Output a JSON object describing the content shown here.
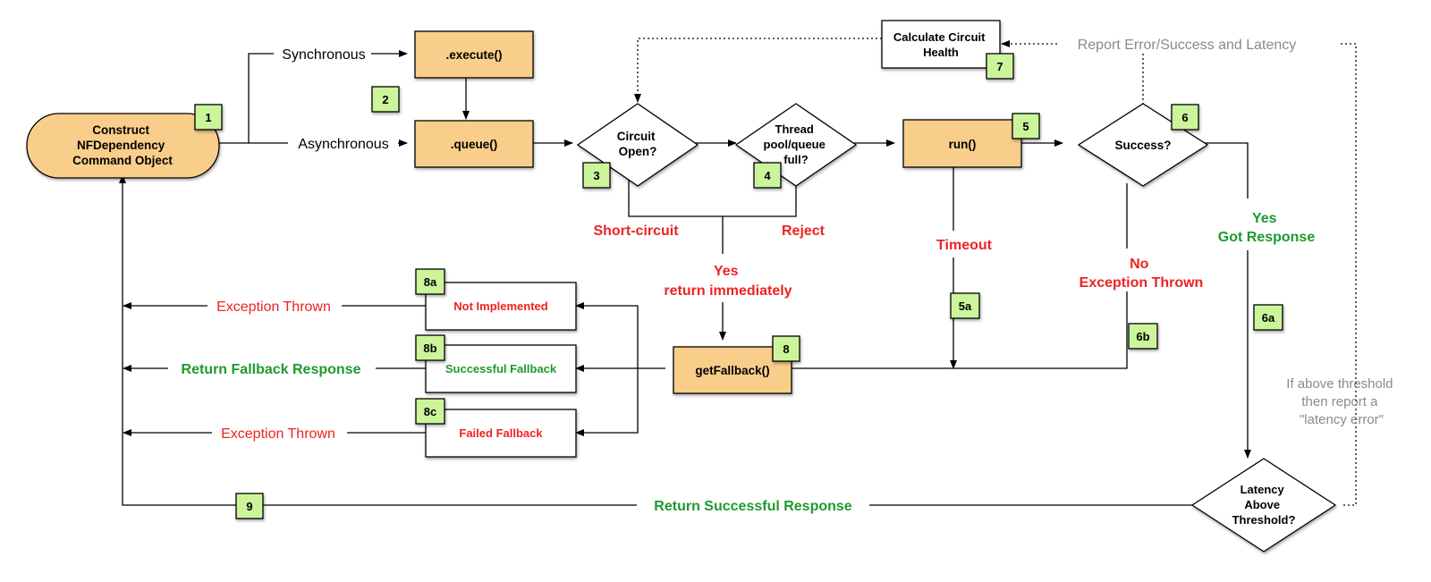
{
  "colors": {
    "orange": "#F9CE8A",
    "green_badge": "#CCF59B",
    "red_text": "#EE2222",
    "green_text": "#1E9A2E",
    "gray_text": "#8A8A8A",
    "black": "#000000"
  },
  "nodes": {
    "construct": [
      "Construct",
      "NFDependency",
      "Command Object"
    ],
    "execute": ".execute()",
    "queue": ".queue()",
    "circuit_open": [
      "Circuit",
      "Open?"
    ],
    "thread_pool": [
      "Thread",
      "pool/queue",
      "full?"
    ],
    "run": "run()",
    "success": "Success?",
    "calc_health": [
      "Calculate Circuit",
      "Health"
    ],
    "get_fallback": "getFallback()",
    "not_implemented": "Not Implemented",
    "successful_fallback": "Successful Fallback",
    "failed_fallback": "Failed Fallback",
    "latency": [
      "Latency",
      "Above",
      "Threshold?"
    ]
  },
  "badges": {
    "b1": "1",
    "b2": "2",
    "b3": "3",
    "b4": "4",
    "b5": "5",
    "b5a": "5a",
    "b6": "6",
    "b6a": "6a",
    "b6b": "6b",
    "b7": "7",
    "b8": "8",
    "b8a": "8a",
    "b8b": "8b",
    "b8c": "8c",
    "b9": "9"
  },
  "edge_labels": {
    "synchronous": "Synchronous",
    "asynchronous": "Asynchronous",
    "short_circuit": "Short-circuit",
    "reject": "Reject",
    "yes_return": [
      "Yes",
      "return immediately"
    ],
    "timeout": "Timeout",
    "no_exception": [
      "No",
      "Exception Thrown"
    ],
    "yes_got_response": [
      "Yes",
      "Got Response"
    ],
    "report": "Report Error/Success and Latency",
    "exception_thrown_1": "Exception Thrown",
    "return_fallback": "Return Fallback Response",
    "exception_thrown_2": "Exception Thrown",
    "return_successful": "Return Successful Response",
    "latency_note": [
      "If above threshold",
      "then report a",
      "\"latency error\""
    ]
  }
}
